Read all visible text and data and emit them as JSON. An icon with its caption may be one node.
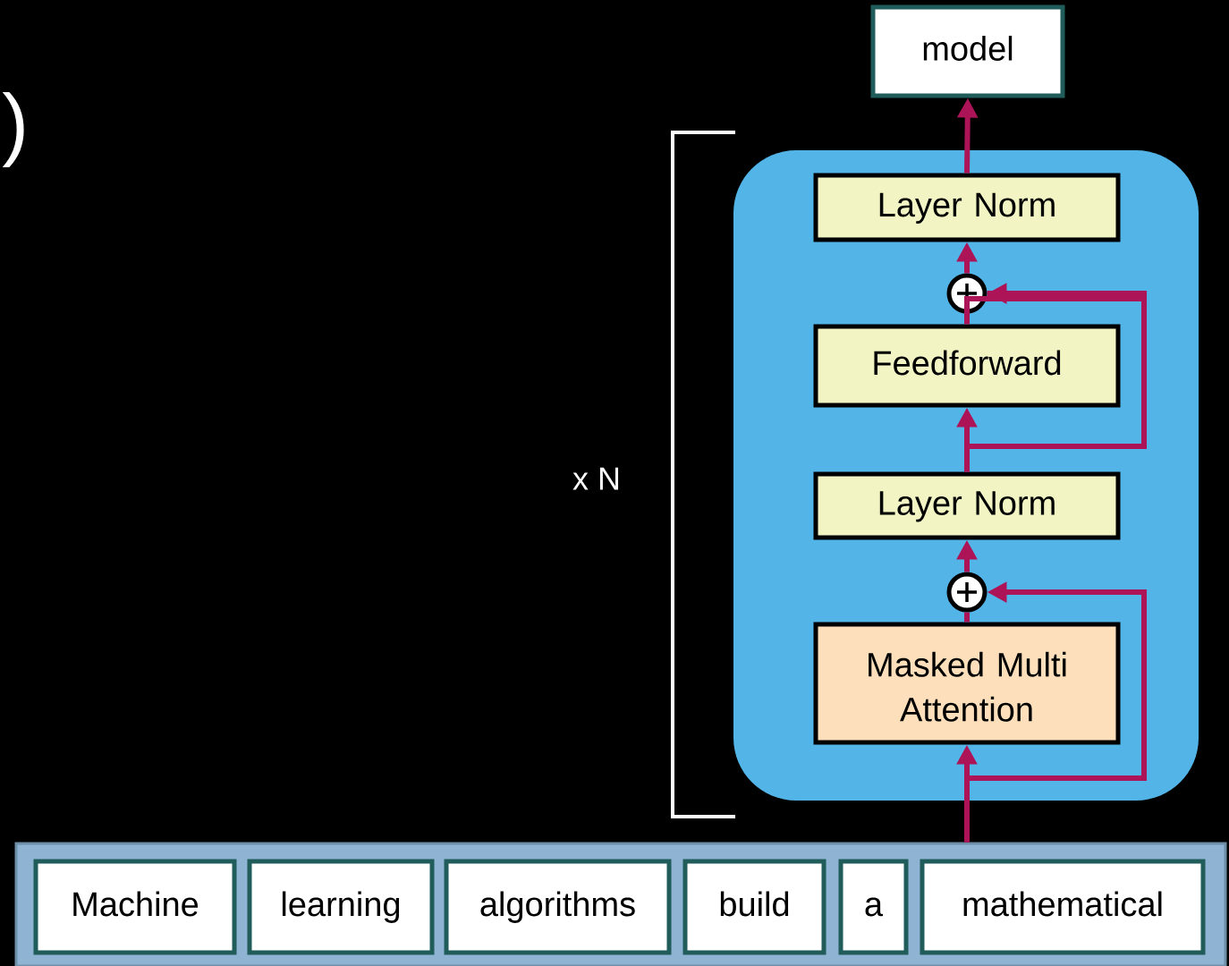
{
  "diagram": {
    "nodes": [
      {
        "text": [
          "model"
        ]
      },
      {
        "text": [],
        "shape": "box"
      },
      {
        "text": [
          "Layer Norm"
        ],
        "in": 1
      },
      {
        "text": [],
        "shape": "circle",
        "in": 1
      },
      {
        "text": [
          "Feedforward"
        ],
        "in": 1
      },
      {
        "text": [
          "Layer Norm"
        ],
        "in": 1
      },
      {
        "text": [],
        "shape": "circle",
        "in": 1
      },
      {
        "text": [
          "Masked Multi Attention"
        ],
        "in": 1
      },
      {
        "text": [],
        "shape": "box"
      },
      {
        "text": [
          "Machine"
        ],
        "in": 8
      },
      {
        "text": [
          "learning"
        ],
        "in": 8
      },
      {
        "text": [
          "algorithms"
        ],
        "in": 8
      },
      {
        "text": [
          "build"
        ],
        "in": 8
      },
      {
        "text": [
          "a"
        ],
        "in": 8
      },
      {
        "text": [
          "mathematical"
        ],
        "in": 8
      }
    ],
    "edges": [
      {
        "from": 8,
        "to": 7,
        "arrow": "to"
      },
      {
        "from": 8,
        "to": 6,
        "arrow": "to"
      },
      {
        "from": 7,
        "to": 6,
        "arrow": "none"
      },
      {
        "from": 6,
        "to": 5,
        "arrow": "to"
      },
      {
        "from": 5,
        "to": 4,
        "arrow": "to"
      },
      {
        "from": 5,
        "to": 3,
        "arrow": "to"
      },
      {
        "from": 4,
        "to": 3,
        "arrow": "none"
      },
      {
        "from": 3,
        "to": 2,
        "arrow": "to"
      },
      {
        "from": 2,
        "to": 0,
        "arrow": "to"
      }
    ],
    "labels": [
      ")",
      "x N"
    ]
  }
}
